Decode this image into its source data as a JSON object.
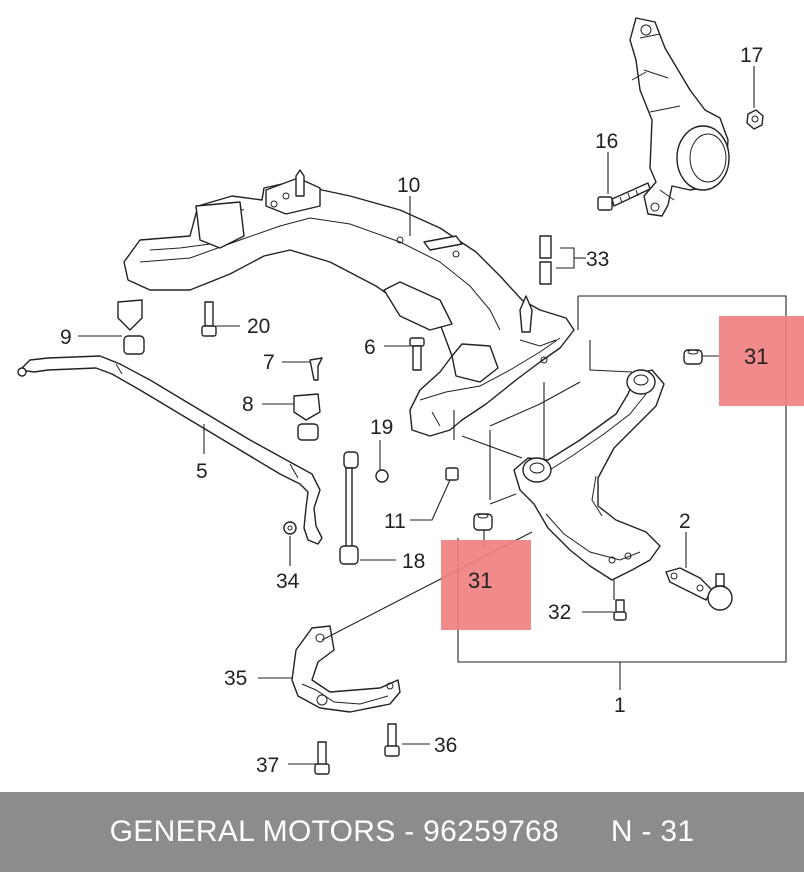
{
  "callouts": {
    "c1": "1",
    "c2": "2",
    "c5": "5",
    "c6": "6",
    "c7": "7",
    "c8": "8",
    "c9": "9",
    "c10": "10",
    "c11": "11",
    "c16": "16",
    "c17": "17",
    "c18": "18",
    "c19": "19",
    "c20": "20",
    "c32": "32",
    "c33": "33",
    "c34": "34",
    "c35": "35",
    "c36": "36",
    "c37": "37"
  },
  "highlights": {
    "label": "31",
    "color": "#f08080"
  },
  "footer": {
    "brand": "GENERAL MOTORS",
    "separator": " - ",
    "part_number": "96259768",
    "ref_label": "N - 31"
  }
}
